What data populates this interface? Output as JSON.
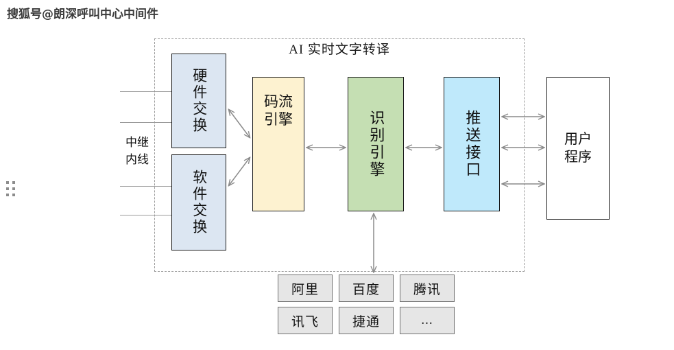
{
  "watermark": {
    "text": "搜狐号@朗深呼叫中心中间件"
  },
  "diagram": {
    "title": "AI 实时文字转译",
    "trunk_label": "中继\n内线",
    "trunk_label_line1": "中继",
    "trunk_label_line2": "内线",
    "nodes": [
      {
        "id": "hardware-switch",
        "label": "硬件交换",
        "color": "#dce6f2",
        "border": "#1a1a1a"
      },
      {
        "id": "software-switch",
        "label": "软件交换",
        "color": "#dce6f2",
        "border": "#1a1a1a"
      },
      {
        "id": "codestream-engine",
        "label": "码流引擎",
        "color": "#fdf2d0",
        "border": "#1a1a1a"
      },
      {
        "id": "recognition-engine",
        "label": "识别引擎",
        "color": "#c5dfb3",
        "border": "#1a1a1a"
      },
      {
        "id": "push-interface",
        "label": "推送接口",
        "color": "#bfe9fb",
        "border": "#1a1a1a"
      },
      {
        "id": "user-program",
        "label": "用户程序",
        "color": "#ffffff",
        "border": "#1a1a1a"
      }
    ],
    "vendors": [
      {
        "id": "vendor-alibaba",
        "label": "阿里"
      },
      {
        "id": "vendor-baidu",
        "label": "百度"
      },
      {
        "id": "vendor-tencent",
        "label": "腾讯"
      },
      {
        "id": "vendor-xunfei",
        "label": "讯飞"
      },
      {
        "id": "vendor-jietong",
        "label": "捷通"
      },
      {
        "id": "vendor-more",
        "label": "..."
      }
    ],
    "colors": {
      "blue_fill": "#dce6f2",
      "yellow_fill": "#fdf2d0",
      "green_fill": "#c5dfb3",
      "cyan_fill": "#bfe9fb",
      "white_fill": "#ffffff",
      "gray_fill": "#e6e6e6",
      "arrow_stroke": "#808080",
      "dashed_stroke": "#9a9a9a"
    }
  }
}
